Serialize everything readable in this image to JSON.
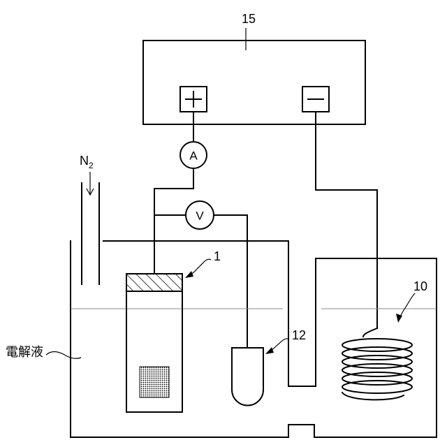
{
  "labels": {
    "power_supply": "15",
    "sample": "1",
    "reference_electrode": "12",
    "counter_electrode": "10",
    "gas": "N",
    "gas_subscript": "2",
    "electrolyte": "電解液"
  },
  "symbols": {
    "ammeter": "A",
    "voltmeter": "V"
  }
}
